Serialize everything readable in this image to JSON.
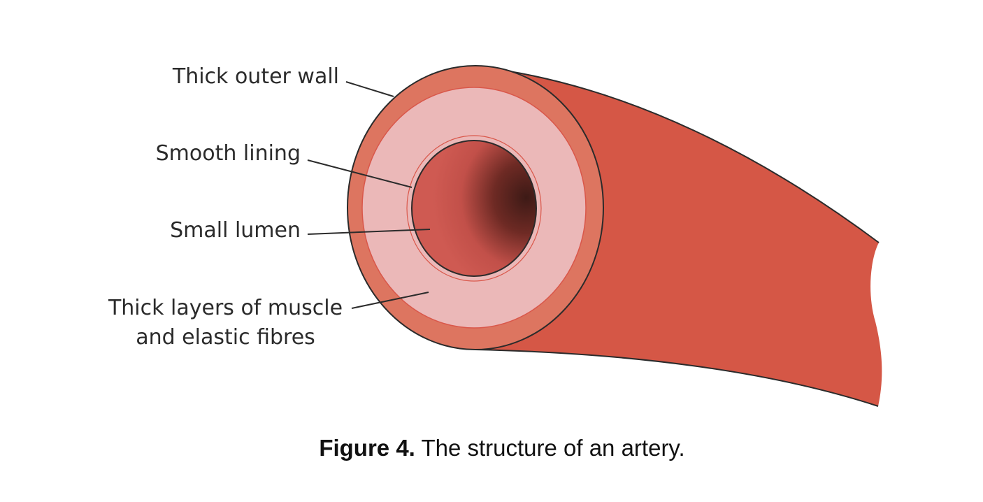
{
  "labels": {
    "outer_wall": "Thick outer wall",
    "smooth_lining": "Smooth lining",
    "small_lumen": "Small lumen",
    "muscle_line1": "Thick layers of muscle",
    "muscle_line2": "and elastic fibres"
  },
  "caption": {
    "bold": "Figure 4.",
    "text": "The structure of an artery."
  },
  "colors": {
    "outer_wall": "#dd7560",
    "artery_body": "#d55746",
    "muscle_layer": "#ebb8b8",
    "lumen": "#cf5a52",
    "lumen_dark": "#3d1a16",
    "outline": "#2b2b2b"
  }
}
